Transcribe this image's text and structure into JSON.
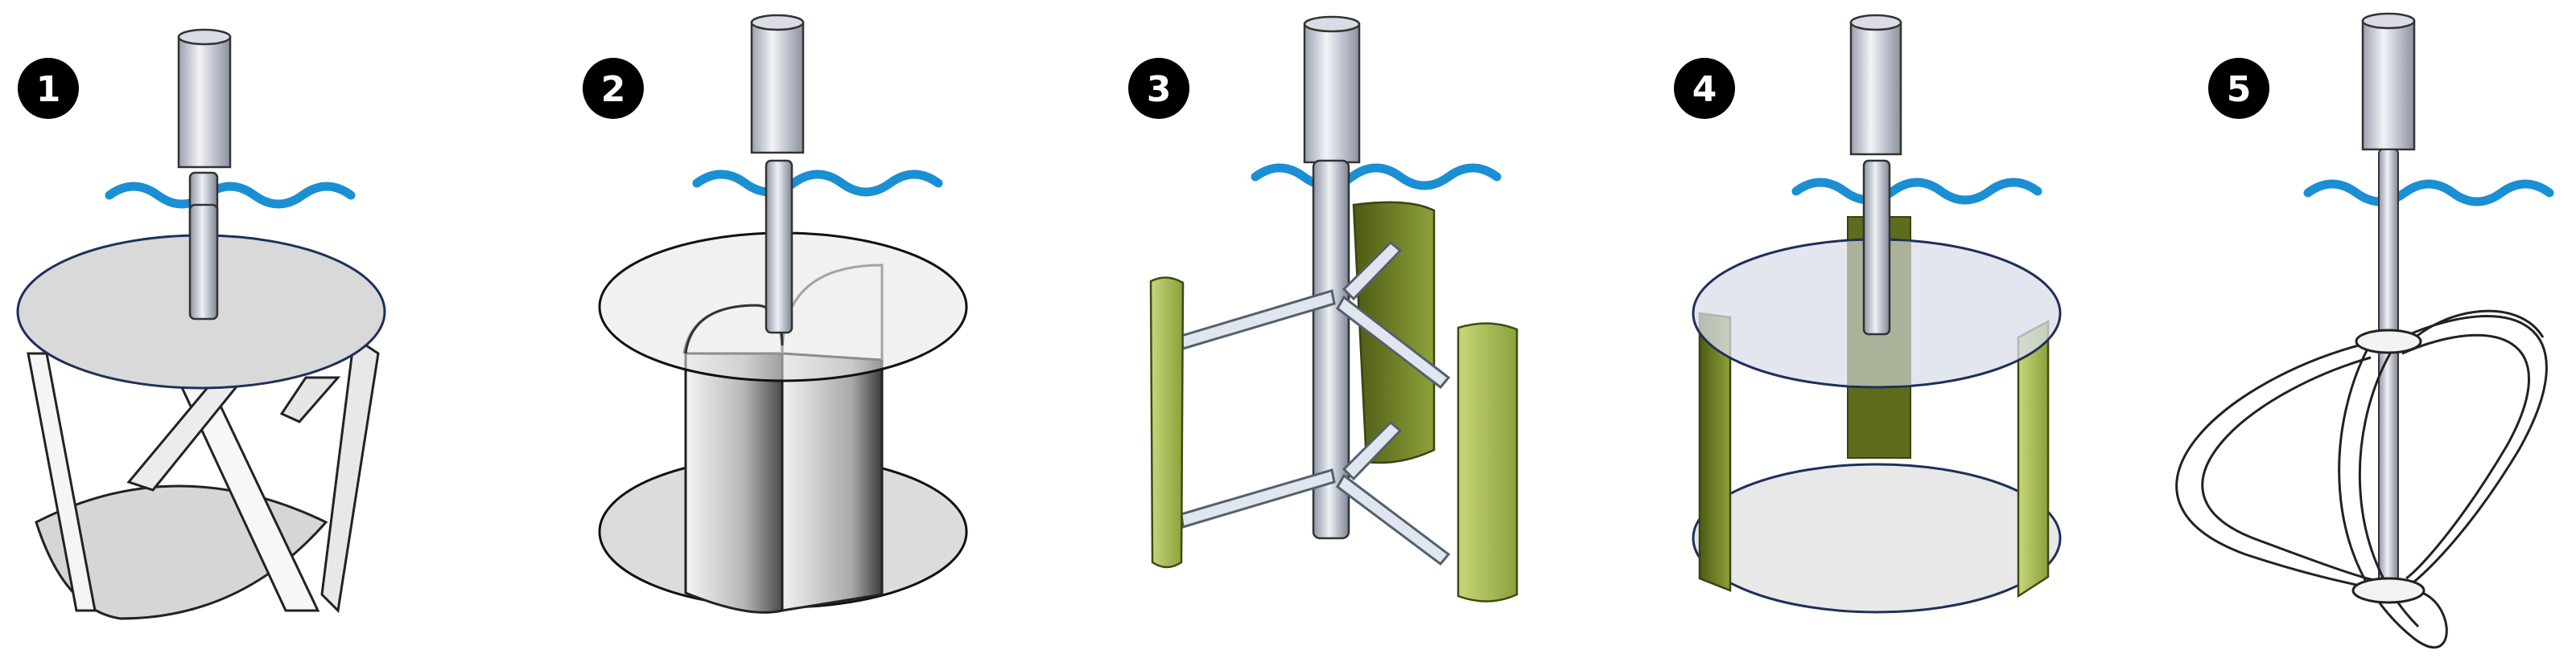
{
  "panels": [
    {
      "number": "1"
    },
    {
      "number": "2"
    },
    {
      "number": "3"
    },
    {
      "number": "4"
    },
    {
      "number": "5"
    }
  ],
  "colors": {
    "water": "#1a8fd4",
    "blade_green_light": "#a9bf52",
    "blade_green_dark": "#5b6b18",
    "disc_fill": "#dcdcdc",
    "shaft_light": "#e4e7ee",
    "shaft_dark": "#8e95a3",
    "outline": "#1e1e1e",
    "badge": "#000000"
  }
}
